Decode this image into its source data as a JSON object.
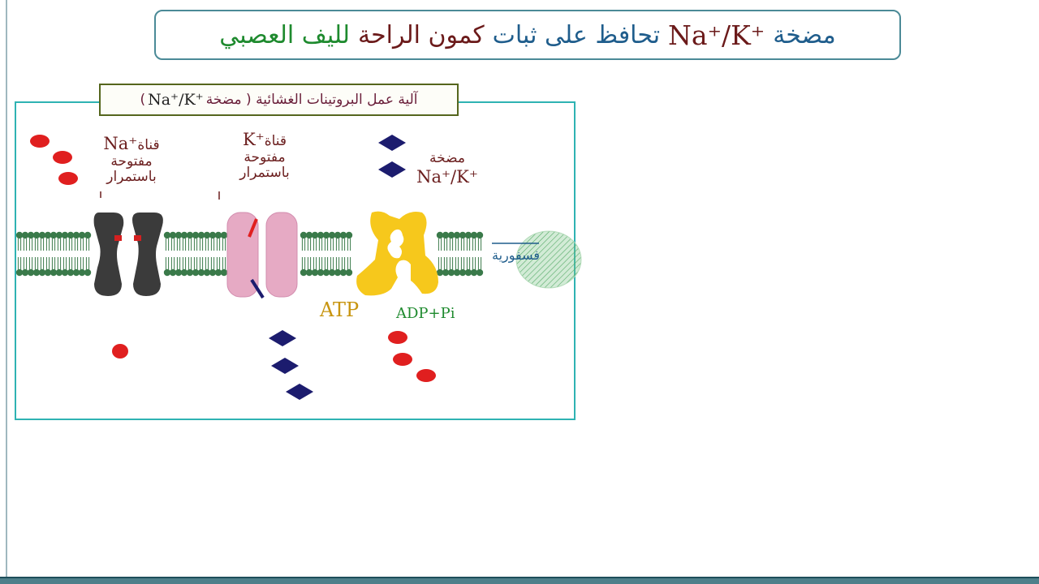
{
  "title": {
    "word1": "مضخة",
    "ion": "Na⁺/K⁺",
    "word2": "تحافظ على ثبات",
    "word3": "كمون الراحة",
    "word4": "لليف العصبي",
    "colors": {
      "word1": "#1f5d8c",
      "ion": "#6b1a1a",
      "word2": "#1f5d8c",
      "word3": "#6b1a1a",
      "word4": "#1e8a2e"
    }
  },
  "panel_label": {
    "text": "آلية عمل البروتينات الغشائية ( مضخة",
    "ion": "Na⁺/K⁺",
    "close": ")"
  },
  "labels": {
    "na_channel": {
      "ion": "Na⁺",
      "word": "قناة",
      "line2": "مفتوحة",
      "line3": "باستمرار"
    },
    "k_channel": {
      "ion": "K⁺",
      "word": "قناة",
      "line2": "مفتوحة",
      "line3": "باستمرار"
    },
    "pump": {
      "line1": "مضخة",
      "ion": "Na⁺/K⁺"
    },
    "atp": "ATP",
    "adp": "ADP+Pi",
    "phosphate": "فسفورية"
  },
  "colors": {
    "na_ion": "#e01f1f",
    "k_ion": "#1c1c6e",
    "membrane": "#3a7a4a",
    "na_channel": "#3b3b3b",
    "k_channel": "#e6aac4",
    "pump": "#f6c81c",
    "atp_text": "#c89510",
    "adp_text": "#1e8a2e",
    "phosphate_blob": "#7fc68a"
  }
}
